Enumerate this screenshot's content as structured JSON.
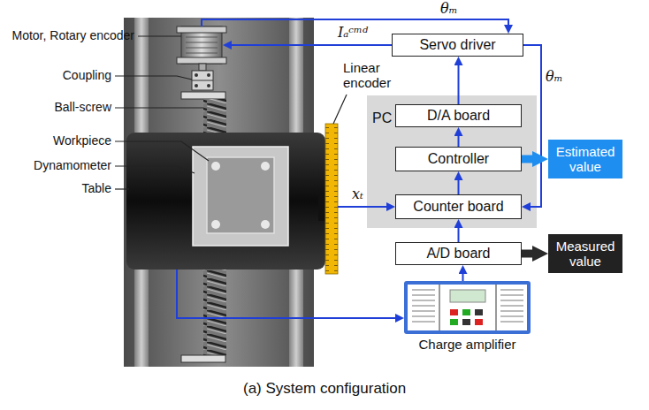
{
  "diagram": {
    "caption": "(a) System configuration",
    "nodes": [
      {
        "text": [
          "Servo driver"
        ]
      },
      {
        "text": [
          "PC"
        ]
      },
      {
        "text": [
          "D/A board"
        ],
        "in": 1
      },
      {
        "text": [
          "Controller"
        ],
        "in": 1
      },
      {
        "text": [
          "Counter board"
        ],
        "in": 1
      },
      {
        "text": [
          "A/D board"
        ]
      },
      {
        "text": [
          "Charge amplifier"
        ]
      },
      {
        "text": [
          "Estimated value"
        ]
      },
      {
        "text": [
          "Measured value"
        ]
      }
    ],
    "edges": [
      {
        "from": 2,
        "to": 0,
        "arrow": "to"
      },
      {
        "from": 3,
        "to": 2,
        "arrow": "to"
      },
      {
        "from": 4,
        "to": 3,
        "arrow": "to"
      },
      {
        "from": 5,
        "to": 4,
        "arrow": "to"
      },
      {
        "from": 6,
        "to": 5,
        "arrow": "to"
      },
      {
        "from": 0,
        "to": 4,
        "arrow": "to",
        "label": "θₘ"
      },
      {
        "from": 3,
        "to": 7,
        "arrow": "to"
      },
      {
        "from": 5,
        "to": 8,
        "arrow": "to"
      }
    ],
    "labels": [
      "Motor, Rotary encoder",
      "Coupling",
      "Ball-screw",
      "Workpiece",
      "Dynamometer",
      "Table",
      "Linear encoder",
      "θₘ",
      "Iₐᶜᵐᵈ",
      "xₜ"
    ]
  }
}
